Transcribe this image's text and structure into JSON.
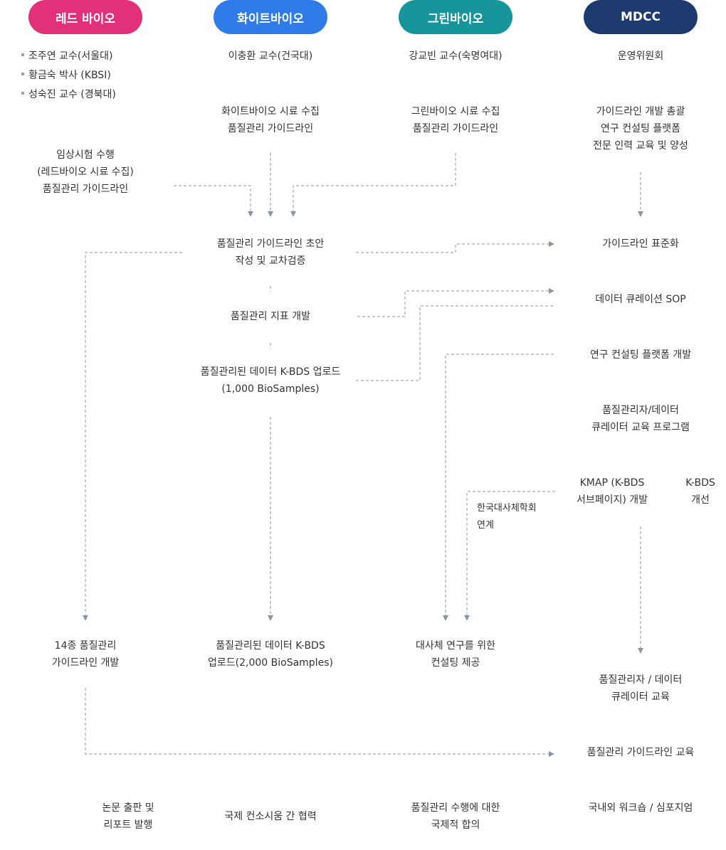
{
  "headers": [
    {
      "label": "레드 바이오",
      "color": "#e0317a"
    },
    {
      "label": "화이트바이오",
      "color": "#2f7be8"
    },
    {
      "label": "그린바이오",
      "color": "#16959a"
    },
    {
      "label": "MDCC",
      "color": "#1d3a6e"
    }
  ],
  "red": {
    "members": [
      "조주연 교수(서울대)",
      "황금숙 박사 (KBSI)",
      "성숙진 교수 (경북대)"
    ],
    "clinical": [
      "임상시험 수행",
      "(레드바이오 시료 수집)",
      "품질관리 가이드라인"
    ],
    "guideline14": [
      "14종 품질관리",
      "가이드라인 개발"
    ],
    "publish": [
      "논문 출판 및",
      "리포트 발행"
    ]
  },
  "white": {
    "member": "이충환 교수(건국대)",
    "collect": [
      "화이트바이오 시료 수집",
      "품질관리 가이드라인"
    ],
    "draft": [
      "품질관리 가이드라인 초안",
      "작성 및 교차검증"
    ],
    "indicator": "품질관리 지표 개발",
    "upload1000": [
      "품질관리된 데이터 K-BDS 업로드",
      "(1,000 BioSamples)"
    ],
    "upload2000": [
      "품질관리된 데이터 K-BDS",
      "업로드(2,000 BioSamples)"
    ],
    "consortium": "국제 컨소시움 간 협력"
  },
  "green": {
    "member": "강교빈 교수(숙명여대)",
    "collect": [
      "그린바이오 시료 수집",
      "품질관리 가이드라인"
    ],
    "society": [
      "한국대사체학회",
      "연계"
    ],
    "consulting": [
      "대사체 연구를 위한",
      "컨설팅 제공"
    ],
    "agreement": [
      "품질관리 수행에 대한",
      "국제적 합의"
    ]
  },
  "mdcc": {
    "committee": "운영위원회",
    "roles": [
      "가이드라인 개발 총괄",
      "연구 컨설팅 플랫폼",
      "전문 인력 교육 및 양성"
    ],
    "standardize": "가이드라인 표준화",
    "sop": "데이터 큐레이션 SOP",
    "platform": "연구 컨설팅 플랫폼 개발",
    "program": [
      "품질관리자/데이터",
      "큐레이터 교육 프로그램"
    ],
    "kmap": [
      "KMAP (K-BDS",
      "서브페이지) 개발"
    ],
    "kbds": [
      "K-BDS",
      "개선"
    ],
    "curator_edu": [
      "품질관리자 / 데이터",
      "큐레이터 교육"
    ],
    "guideline_edu": "품질관리 가이드라인 교육",
    "workshop": "국내외 워크숍 / 심포지엄"
  },
  "colors": {
    "line": "#8a96a8",
    "text": "#333333"
  }
}
